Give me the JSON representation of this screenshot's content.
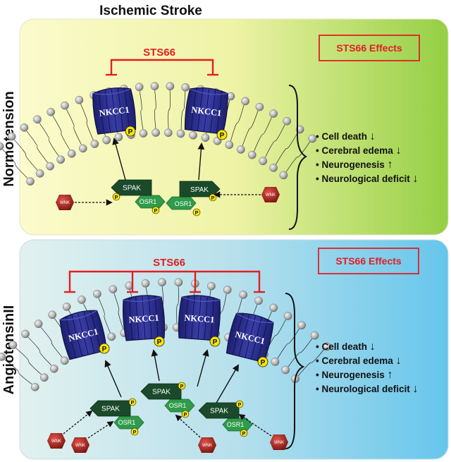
{
  "title": "Ischemic Stroke",
  "panels": [
    {
      "condition": "Normotension",
      "drug": "STS66",
      "effects_title": "STS66 Effects",
      "effects": [
        {
          "label": "Cell death",
          "direction": "down",
          "arrow": "↓"
        },
        {
          "label": "Cerebral edema",
          "direction": "down",
          "arrow": "↓"
        },
        {
          "label": "Neurogenesis",
          "direction": "up",
          "arrow": "↑"
        },
        {
          "label": "Neurological deficit",
          "direction": "down",
          "arrow": "↓"
        }
      ],
      "transporter_label": "NKCC1",
      "kinase_label": "SPAK",
      "kinase2_label": "OSR1",
      "upstream_label": "WNK",
      "phospho_label": "P",
      "colors": {
        "background_left": "#fafac0",
        "background_right": "#8fce3e"
      }
    },
    {
      "condition": "AngiotensinII",
      "drug": "STS66",
      "effects_title": "STS66 Effects",
      "effects": [
        {
          "label": "Cell death",
          "direction": "down",
          "arrow": "↓"
        },
        {
          "label": "Cerebral edema",
          "direction": "down",
          "arrow": "↓"
        },
        {
          "label": "Neurogenesis",
          "direction": "up",
          "arrow": "↑"
        },
        {
          "label": "Neurological deficit",
          "direction": "down",
          "arrow": "↓"
        }
      ],
      "transporter_label": "NKCC1",
      "kinase_label": "SPAK",
      "kinase2_label": "OSR1",
      "upstream_label": "WNK",
      "phospho_label": "P",
      "colors": {
        "background_left": "#dff0ec",
        "background_right": "#66c6ec"
      }
    }
  ],
  "colors": {
    "inhibition": "#e31e24",
    "nkcc1": "#262a86",
    "spak": "#1a4e2c",
    "osr1": "#2e9a4a",
    "wnk": "#b02a24",
    "phospho": "#f7e500",
    "lipid_head": "#aeaeae"
  },
  "icons": [
    "inhibition-bar-icon",
    "up-arrow-icon",
    "down-arrow-icon",
    "curly-brace-icon"
  ]
}
